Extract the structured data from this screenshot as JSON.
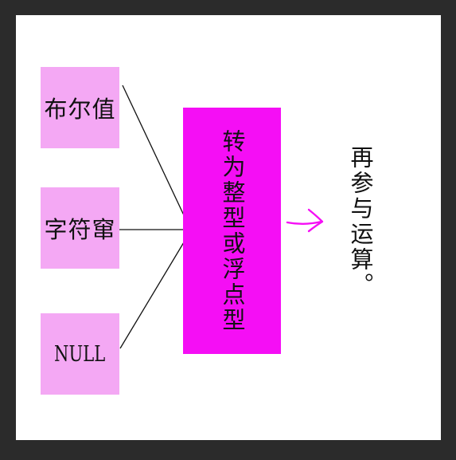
{
  "diagram": {
    "inputs": [
      {
        "label": "布尔值"
      },
      {
        "label": "字符窜"
      },
      {
        "label": "NULL"
      }
    ],
    "converter": {
      "label": "转为整型或浮点型"
    },
    "result": {
      "label": "再参与运算。"
    }
  },
  "colors": {
    "input_fill": "#f4a8f4",
    "converter_fill": "#f50ef5",
    "arrow": "#f50ef5",
    "line": "#111111"
  }
}
